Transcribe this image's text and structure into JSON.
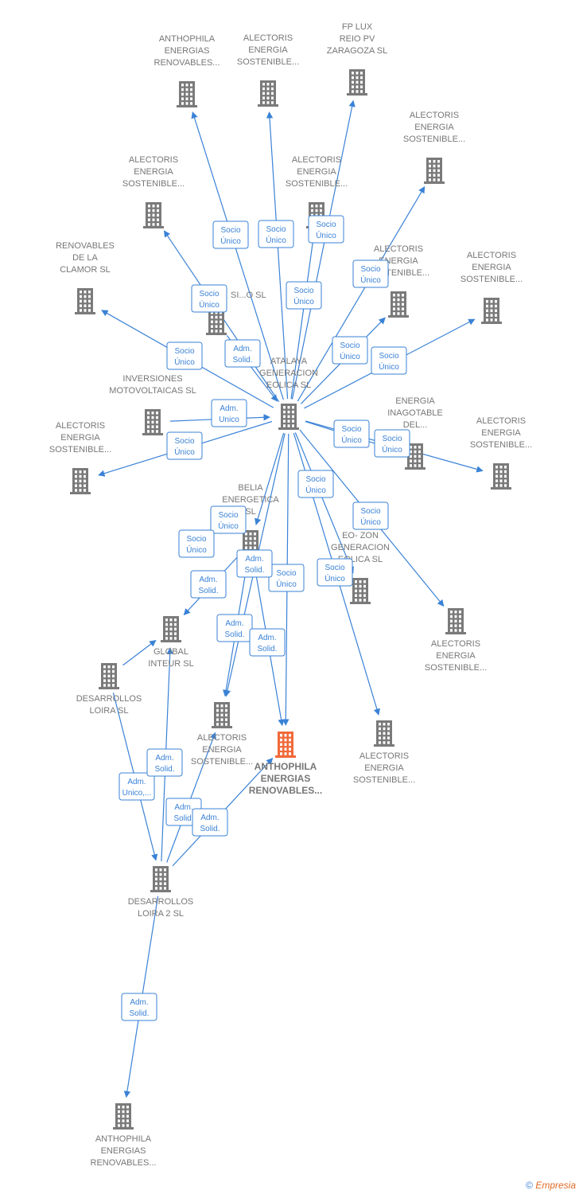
{
  "colors": {
    "edge": "#3a82d6",
    "node": "#7a7a7a",
    "highlight": "#f06a3a"
  },
  "nodes": [
    {
      "id": "n1",
      "lines": [
        "ANTHOPHILA",
        "ENERGIAS",
        "RENOVABLES..."
      ],
      "icon": "building-icon"
    },
    {
      "id": "n2",
      "lines": [
        "ALECTORIS",
        "ENERGIA",
        "SOSTENIBLE..."
      ],
      "icon": "building-icon"
    },
    {
      "id": "n3",
      "lines": [
        "FP LUX",
        "REIO PV",
        "ZARAGOZA  SL"
      ],
      "icon": "building-icon"
    },
    {
      "id": "n4",
      "lines": [
        "ALECTORIS",
        "ENERGIA",
        "SOSTENIBLE..."
      ],
      "icon": "building-icon"
    },
    {
      "id": "n5",
      "lines": [
        "ALECTORIS",
        "ENERGIA",
        "SOSTENIBLE..."
      ],
      "icon": "building-icon"
    },
    {
      "id": "n6",
      "lines": [
        "ALECTORIS",
        "ENERGIA",
        "SOSTENIBLE..."
      ],
      "icon": "building-icon"
    },
    {
      "id": "n7",
      "lines": [
        "ALECTORIS",
        "ENERGIA",
        "SOSTENIBLE..."
      ],
      "icon": "building-icon"
    },
    {
      "id": "n8",
      "lines": [
        "ALECTORIS",
        "ENERGIA",
        "SOSTENIBLE..."
      ],
      "icon": "building-icon"
    },
    {
      "id": "n9",
      "lines": [
        "RENOVABLES",
        "DE LA",
        "CLAMOR  SL"
      ],
      "icon": "building-icon"
    },
    {
      "id": "n10",
      "lines": [
        "SI...O SL"
      ],
      "icon": "building-icon"
    },
    {
      "id": "n11",
      "lines": [
        "ATALAYA",
        "GENERACION",
        "EOLICA  SL"
      ],
      "icon": "building-icon"
    },
    {
      "id": "n12",
      "lines": [
        "INVERSIONES",
        "MOTOVOLTAICAS SL"
      ],
      "icon": "building-icon"
    },
    {
      "id": "n13",
      "lines": [
        "ALECTORIS",
        "ENERGIA",
        "SOSTENIBLE..."
      ],
      "icon": "building-icon"
    },
    {
      "id": "n14",
      "lines": [
        "ENERGIA",
        "INAGOTABLE",
        "DEL..."
      ],
      "icon": "building-icon"
    },
    {
      "id": "n15",
      "lines": [
        "ALECTORIS",
        "ENERGIA",
        "SOSTENIBLE..."
      ],
      "icon": "building-icon"
    },
    {
      "id": "n16",
      "lines": [
        "BELIA",
        "ENERGETICA",
        "SL"
      ],
      "icon": "building-icon"
    },
    {
      "id": "n17",
      "lines": [
        "EO- ZON",
        "GENERACION",
        "EOLICA  SL"
      ],
      "icon": "building-icon"
    },
    {
      "id": "n18",
      "lines": [
        "ALECTORIS",
        "ENERGIA",
        "SOSTENIBLE..."
      ],
      "icon": "building-icon"
    },
    {
      "id": "n19",
      "lines": [
        "GLOBAL",
        "INTEUR  SL"
      ],
      "icon": "building-icon"
    },
    {
      "id": "n20",
      "lines": [
        "DESARROLLOS",
        "LOIRA SL"
      ],
      "icon": "building-icon"
    },
    {
      "id": "n21",
      "lines": [
        "ALECTORIS",
        "ENERGIA",
        "SOSTENIBLE..."
      ],
      "icon": "building-icon"
    },
    {
      "id": "n22",
      "lines": [
        "ANTHOPHILA",
        "ENERGIAS",
        "RENOVABLES..."
      ],
      "icon": "building-icon",
      "highlight": true
    },
    {
      "id": "n23",
      "lines": [
        "ALECTORIS",
        "ENERGIA",
        "SOSTENIBLE..."
      ],
      "icon": "building-icon"
    },
    {
      "id": "n24",
      "lines": [
        "DESARROLLOS",
        "LOIRA 2  SL"
      ],
      "icon": "building-icon"
    },
    {
      "id": "n25",
      "lines": [
        "ANTHOPHILA",
        "ENERGIAS",
        "RENOVABLES..."
      ],
      "icon": "building-icon"
    }
  ],
  "edges": [
    {
      "from": "n11",
      "to": "n1",
      "label": [
        "Socio",
        "Único"
      ]
    },
    {
      "from": "n11",
      "to": "n2",
      "label": [
        "Socio",
        "Único"
      ]
    },
    {
      "from": "n11",
      "to": "n3",
      "label": [
        "Socio",
        "Único"
      ]
    },
    {
      "from": "n11",
      "to": "n4",
      "label": [
        "Socio",
        "Único"
      ]
    },
    {
      "from": "n11",
      "to": "n5",
      "label": [
        "Socio",
        "Único"
      ]
    },
    {
      "from": "n11",
      "to": "n6",
      "label": [
        "Socio",
        "Único"
      ]
    },
    {
      "from": "n11",
      "to": "n7",
      "label": [
        "Socio",
        "Único"
      ]
    },
    {
      "from": "n11",
      "to": "n8",
      "label": [
        "Socio",
        "Único"
      ]
    },
    {
      "from": "n11",
      "to": "n9",
      "label": [
        "Socio",
        "Único"
      ]
    },
    {
      "from": "n10",
      "to": "n11",
      "label": [
        "Adm.",
        "Solid."
      ]
    },
    {
      "from": "n12",
      "to": "n11",
      "label": [
        "Adm.",
        "Unico"
      ]
    },
    {
      "from": "n11",
      "to": "n13",
      "label": [
        "Socio",
        "Único"
      ]
    },
    {
      "from": "n11",
      "to": "n14",
      "label": [
        "Socio",
        "Único"
      ]
    },
    {
      "from": "n11",
      "to": "n15",
      "label": [
        "Socio",
        "Único"
      ]
    },
    {
      "from": "n11",
      "to": "n16",
      "label": [
        "Socio",
        "Único"
      ]
    },
    {
      "from": "n11",
      "to": "n17",
      "label": [
        "Socio",
        "Único"
      ]
    },
    {
      "from": "n11",
      "to": "n18",
      "label": [
        "Socio",
        "Único"
      ]
    },
    {
      "from": "n11",
      "to": "n21",
      "label": [
        "Socio",
        "Único"
      ]
    },
    {
      "from": "n11",
      "to": "n22",
      "label": [
        "Socio",
        "Único"
      ]
    },
    {
      "from": "n11",
      "to": "n23",
      "label": [
        "Socio",
        "Único"
      ]
    },
    {
      "from": "n20",
      "to": "n19",
      "label": [
        "Adm.",
        "Solid."
      ]
    },
    {
      "from": "n16",
      "to": "n19",
      "label": [
        "Adm.",
        "Solid."
      ]
    },
    {
      "from": "n16",
      "to": "n21",
      "label": [
        "Adm.",
        "Solid."
      ]
    },
    {
      "from": "n16",
      "to": "n22",
      "label": [
        "Adm.",
        "Solid."
      ]
    },
    {
      "from": "n20",
      "to": "n24",
      "label": [
        "Adm.",
        "Unico,..."
      ]
    },
    {
      "from": "n24",
      "to": "n19",
      "label": [
        "Adm.",
        "Solid."
      ]
    },
    {
      "from": "n24",
      "to": "n21",
      "label": [
        "Adm.",
        "Solid."
      ]
    },
    {
      "from": "n24",
      "to": "n22",
      "label": [
        "Adm.",
        "Solid."
      ]
    },
    {
      "from": "n24",
      "to": "n25",
      "label": [
        "Adm.",
        "Solid."
      ]
    }
  ],
  "footer": {
    "copyright": "©",
    "brand": "Empresia"
  }
}
